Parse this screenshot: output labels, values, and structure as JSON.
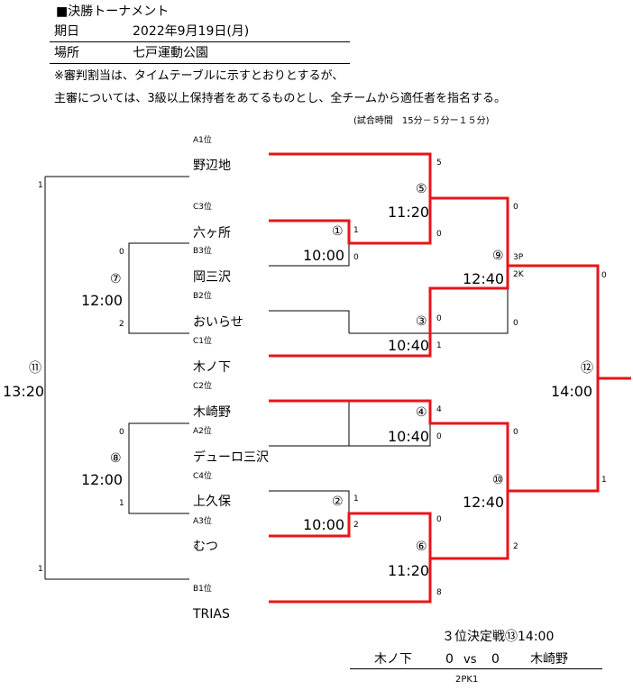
{
  "header": {
    "title": "■決勝トーナメント",
    "date_label": "期日",
    "date_value": "2022年9月19日(月)",
    "venue_label": "場所",
    "venue_value": "七戸運動公園",
    "note_line1": "※審判割当は、タイムテーブルに示すとおりとするが、",
    "note_line2": "主審については、3級以上保持者をあてるものとし、全チームから適任者を指名する。",
    "match_time": "(試合時間　15分－５分ー１５分)"
  },
  "seeds": [
    "A1位",
    "C3位",
    "B3位",
    "B2位",
    "C1位",
    "C2位",
    "A2位",
    "C4位",
    "A3位",
    "B1位"
  ],
  "teams": [
    "野辺地",
    "六ヶ所",
    "岡三沢",
    "おいらせ",
    "木ノ下",
    "木崎野",
    "デューロ三沢",
    "上久保",
    "むつ",
    "TRIAS"
  ],
  "matches": {
    "m1": {
      "num": "①",
      "time": "10:00",
      "score_top": "1",
      "score_bottom": "0"
    },
    "m2": {
      "num": "②",
      "time": "10:00",
      "score_top": "1",
      "score_bottom": "2"
    },
    "m3": {
      "num": "③",
      "time": "10:40",
      "score_top": "0",
      "score_bottom": "1"
    },
    "m4": {
      "num": "④",
      "time": "10:40",
      "score_top": "4",
      "score_bottom": "0"
    },
    "m5": {
      "num": "⑤",
      "time": "11:20",
      "score_top": "5",
      "score_bottom": "0"
    },
    "m6": {
      "num": "⑥",
      "time": "11:20",
      "score_top": "0",
      "score_bottom": "8"
    },
    "m7": {
      "num": "⑦",
      "time": "12:00",
      "score_top": "0",
      "score_bottom": "2"
    },
    "m8": {
      "num": "⑧",
      "time": "12:00",
      "score_top": "0",
      "score_bottom": "1"
    },
    "m9": {
      "num": "⑨",
      "time": "12:40",
      "score_top": "0",
      "score_top_pk": "3P",
      "score_bottom_pk": "2K",
      "score_bottom": "0"
    },
    "m10": {
      "num": "⑩",
      "time": "12:40",
      "score_top": "0",
      "score_bottom": "2"
    },
    "m11": {
      "num": "⑪",
      "time": "13:20",
      "score_top": "1",
      "score_bottom": "1"
    },
    "m12": {
      "num": "⑫",
      "time": "14:00",
      "score_top": "0",
      "score_bottom": "1"
    }
  },
  "third_place": {
    "title": "３位決定戦⑬14:00",
    "team_left": "木ノ下",
    "score_left": "0",
    "vs": "vs",
    "score_right": "0",
    "team_right": "木崎野",
    "pk": "2PK1"
  },
  "colors": {
    "winner_line": "#e8141a",
    "line": "#000000"
  }
}
